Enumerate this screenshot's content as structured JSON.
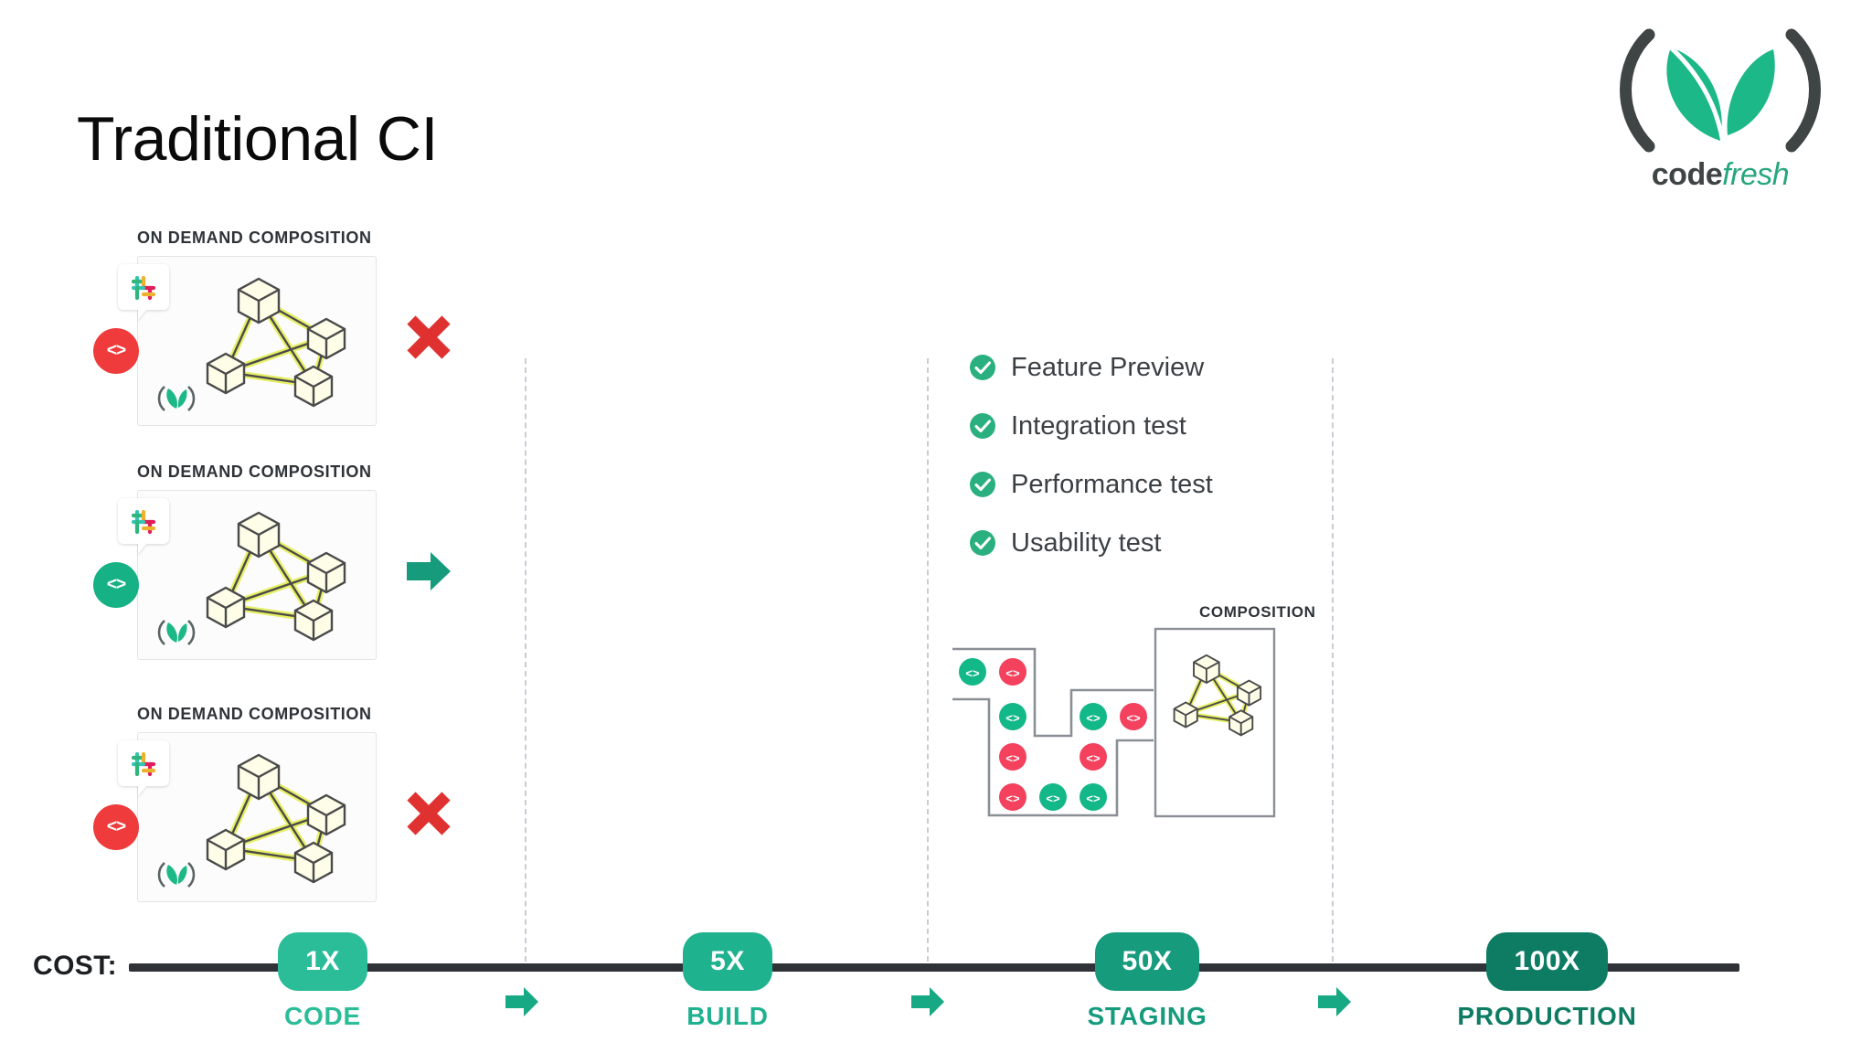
{
  "slide": {
    "title": "Traditional CI",
    "background": "#ffffff"
  },
  "brand": {
    "name_part_1": "code",
    "name_part_2": "fresh",
    "logo_icon": "codefresh-leaf-logo",
    "bracket_color": "#3f4444",
    "leaf_color": "#1db887",
    "wordmark_code_color": "#3f4444",
    "wordmark_fresh_color": "#27a77e"
  },
  "colors": {
    "teal": "#2bbc98",
    "green": "#16a87f",
    "green_dark": "#0e7c63",
    "red": "#ef3b3b",
    "red_x": "#e03131",
    "check_green": "#2ab07f",
    "highlight_yellow": "#e8ee48",
    "node_gray": "#4a4a4a",
    "divider_gray": "#c9ccd4",
    "rail_dark": "#2f3337"
  },
  "composition_cards": [
    {
      "caption": "ON DEMAND COMPOSITION",
      "chat_icon": "slack-icon",
      "code_icon": "code-brackets-icon",
      "code_icon_state": "red",
      "brand_icon": "codefresh-mini-logo",
      "graph_icon": "cube-network-graph",
      "verdict": "fail",
      "verdict_icon": "red-x-icon"
    },
    {
      "caption": "ON DEMAND COMPOSITION",
      "chat_icon": "slack-icon",
      "code_icon": "code-brackets-icon",
      "code_icon_state": "green",
      "brand_icon": "codefresh-mini-logo",
      "graph_icon": "cube-network-graph",
      "verdict": "pass",
      "verdict_icon": "green-arrow-icon"
    },
    {
      "caption": "ON DEMAND COMPOSITION",
      "chat_icon": "slack-icon",
      "code_icon": "code-brackets-icon",
      "code_icon_state": "red",
      "brand_icon": "codefresh-mini-logo",
      "graph_icon": "cube-network-graph",
      "verdict": "fail",
      "verdict_icon": "red-x-icon"
    }
  ],
  "checklist": {
    "items": [
      {
        "label": "Feature Preview",
        "icon": "check-circle-icon",
        "checked": true
      },
      {
        "label": "Integration test",
        "icon": "check-circle-icon",
        "checked": true
      },
      {
        "label": "Performance test",
        "icon": "check-circle-icon",
        "checked": true
      },
      {
        "label": "Usability test",
        "icon": "check-circle-icon",
        "checked": true
      }
    ]
  },
  "staging_diagram": {
    "composition_caption": "COMPOSITION",
    "graph_icon": "cube-network-graph",
    "service_dots": [
      {
        "state": "green",
        "icon": "code-brackets-icon"
      },
      {
        "state": "red",
        "icon": "code-brackets-icon"
      },
      {
        "state": "green",
        "icon": "code-brackets-icon"
      },
      {
        "state": "green",
        "icon": "code-brackets-icon"
      },
      {
        "state": "red",
        "icon": "code-brackets-icon"
      },
      {
        "state": "red",
        "icon": "code-brackets-icon"
      },
      {
        "state": "red",
        "icon": "code-brackets-icon"
      },
      {
        "state": "red",
        "icon": "code-brackets-icon"
      },
      {
        "state": "green",
        "icon": "code-brackets-icon"
      },
      {
        "state": "green",
        "icon": "code-brackets-icon"
      }
    ]
  },
  "cost_timeline": {
    "label": "COST:",
    "arrow_icon": "green-arrow-icon",
    "stages": [
      {
        "cost": "1X",
        "name": "CODE",
        "pill_color": "#2bbc98",
        "name_color": "#2bbc98"
      },
      {
        "cost": "5X",
        "name": "BUILD",
        "pill_color": "#1fb28f",
        "name_color": "#1fb28f"
      },
      {
        "cost": "50X",
        "name": "STAGING",
        "pill_color": "#169b7d",
        "name_color": "#169b7d"
      },
      {
        "cost": "100X",
        "name": "PRODUCTION",
        "pill_color": "#0e7c63",
        "name_color": "#0e7c63"
      }
    ]
  }
}
